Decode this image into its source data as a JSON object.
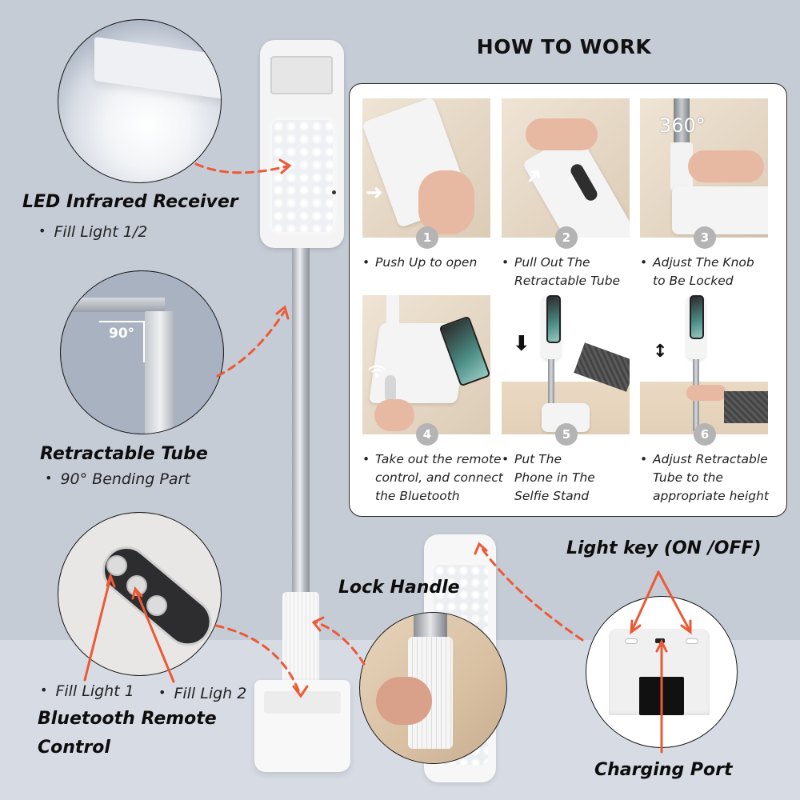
{
  "header": {
    "title": "HOW TO WORK"
  },
  "colors": {
    "background_top": "#c6ccd6",
    "background_bottom": "#d7dbe4",
    "accent_arrow": "#ec5a35",
    "card_bg": "#ffffff",
    "step_badge": "#b4b4b4",
    "text": "#111111"
  },
  "features": {
    "led_receiver": {
      "title": "LED Infrared Receiver",
      "bullets": [
        "Fill Light 1/2"
      ]
    },
    "retractable_tube": {
      "title": "Retractable Tube",
      "bullets": [
        "90° Bending Part"
      ],
      "angle_label": "90°"
    },
    "bluetooth_remote": {
      "title_line1": "Bluetooth Remote",
      "title_line2": "Control",
      "bullets": [
        "Fill Light 1",
        "Fill Ligh 2"
      ]
    },
    "lock_handle": {
      "title": "Lock Handle"
    },
    "light_key": {
      "title": "Light key (ON /OFF)"
    },
    "charging_port": {
      "title": "Charging Port"
    }
  },
  "steps": [
    {
      "number": "1",
      "lines": [
        "Push Up to open"
      ]
    },
    {
      "number": "2",
      "lines": [
        "Pull Out The",
        "Retractable Tube"
      ]
    },
    {
      "number": "3",
      "lines": [
        "Adjust The Knob",
        "to Be Locked"
      ],
      "overlay": "360°"
    },
    {
      "number": "4",
      "lines": [
        "Take out the remote",
        "control, and connect",
        "the Bluetooth"
      ]
    },
    {
      "number": "5",
      "lines": [
        "Put The",
        "Phone in The",
        "Selfie Stand"
      ]
    },
    {
      "number": "6",
      "lines": [
        "Adjust Retractable",
        "Tube to the",
        "appropriate height"
      ]
    }
  ],
  "icons": {
    "arrow_right": "➜",
    "arrow_down": "⬇",
    "arrow_updown": "↕",
    "wifi": "wifi-signal"
  }
}
